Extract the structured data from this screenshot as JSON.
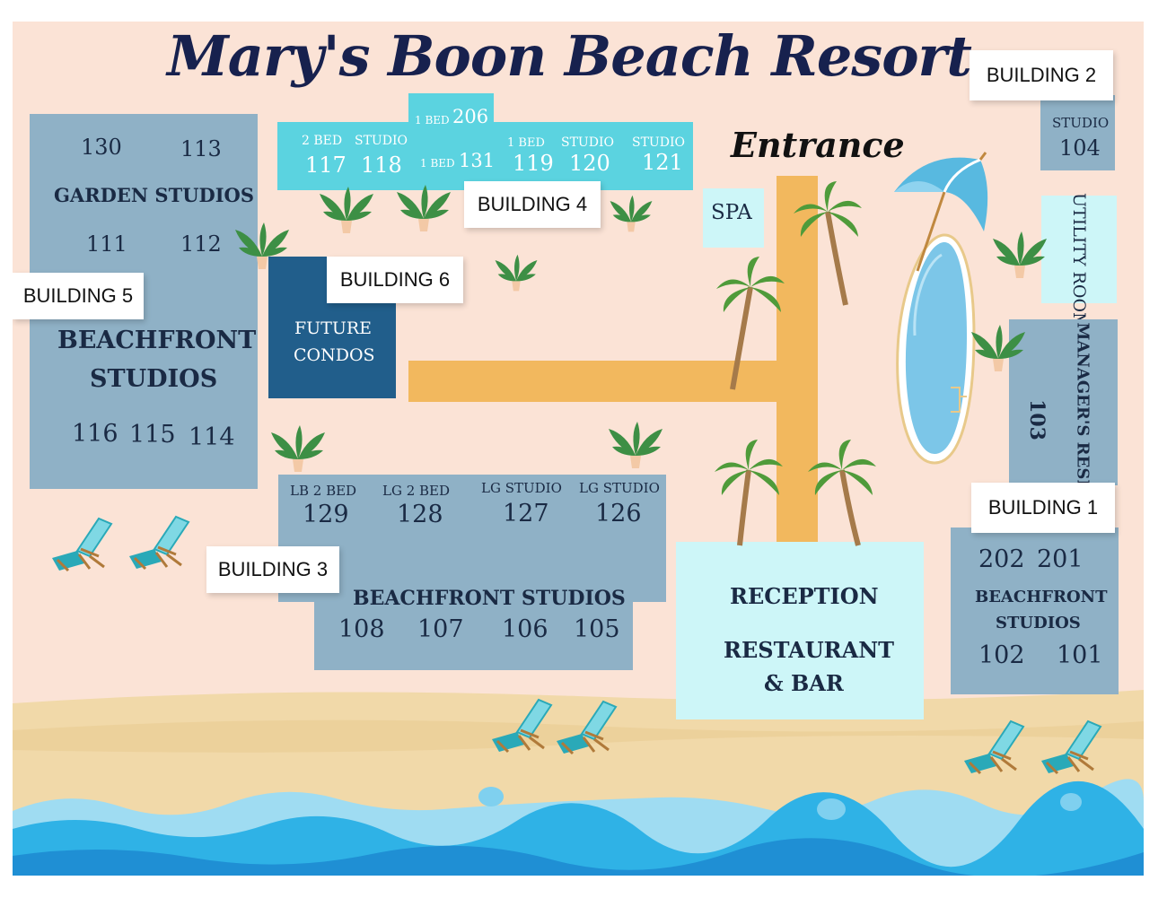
{
  "title": "Mary's Boon Beach Resort",
  "entrance": "Entrance",
  "buildings": {
    "b1": "BUILDING 1",
    "b2": "BUILDING 2",
    "b3": "BUILDING 3",
    "b4": "BUILDING 4",
    "b5": "BUILDING 5",
    "b6": "BUILDING 6"
  },
  "building5": {
    "garden_title": "GARDEN STUDIOS",
    "garden_rooms": [
      "130",
      "113",
      "111",
      "112"
    ],
    "beachfront_title_1": "BEACHFRONT",
    "beachfront_title_2": "STUDIOS",
    "beachfront_rooms": [
      "116",
      "115",
      "114"
    ]
  },
  "building4": {
    "types": [
      "2 BED",
      "STUDIO",
      "1 BED",
      "1 BED",
      "1 BED",
      "STUDIO",
      "STUDIO"
    ],
    "rooms": [
      "117",
      "118",
      "206",
      "131",
      "119",
      "120",
      "121"
    ]
  },
  "building6": {
    "line1": "FUTURE",
    "line2": "CONDOS"
  },
  "building3": {
    "types": [
      "LB 2 BED",
      "LG 2 BED",
      "LG STUDIO",
      "LG STUDIO"
    ],
    "upper_rooms": [
      "129",
      "128",
      "127",
      "126"
    ],
    "title": "BEACHFRONT STUDIOS",
    "lower_rooms": [
      "108",
      "107",
      "106",
      "105"
    ]
  },
  "building2": {
    "type": "STUDIO",
    "room": "104"
  },
  "spa": "SPA",
  "utility": "UTILITY ROOM",
  "manager": {
    "title": "MANAGER'S RESIDENCE",
    "room": "103"
  },
  "building1": {
    "upper_rooms": [
      "202",
      "201"
    ],
    "title_1": "BEACHFRONT",
    "title_2": "STUDIOS",
    "lower_rooms": [
      "102",
      "101"
    ]
  },
  "reception": {
    "line1": "RECEPTION",
    "line2": "RESTAURANT",
    "line3": "& BAR"
  },
  "colors": {
    "background": "#fbe3d6",
    "building": "#8fb1c6",
    "building4": "#5bd3e0",
    "future_condos": "#215e8b",
    "pale": "#cdf6f8",
    "path": "#f2b85e",
    "sea": "#2fb2e6",
    "sand": "#f1d9a9"
  },
  "icons": [
    "palm-tree-icon",
    "potted-plant-icon",
    "beach-chair-icon",
    "umbrella-icon",
    "pool-icon",
    "wave-icon"
  ]
}
